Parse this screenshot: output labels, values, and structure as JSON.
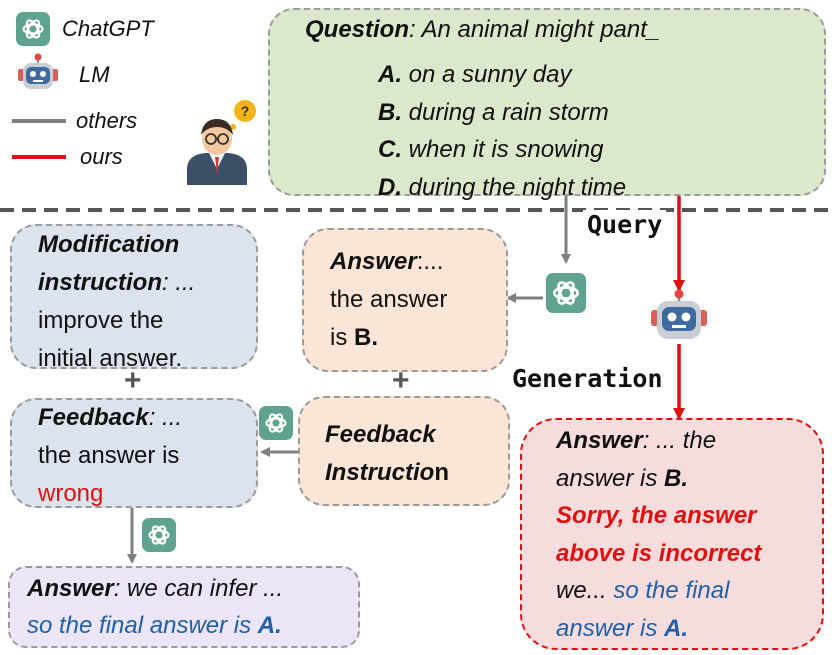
{
  "legend": {
    "chatgpt": "ChatGPT",
    "lm": "LM",
    "others": "others",
    "ours": "ours",
    "colors": {
      "others": "#7f7f7f",
      "ours": "#e01010"
    }
  },
  "question": {
    "label": "Question",
    "text": ":  An animal might pant_",
    "options": [
      {
        "letter": "A.",
        "text": " on a sunny day"
      },
      {
        "letter": "B.",
        "text": " during a rain storm"
      },
      {
        "letter": "C.",
        "text": " when it is snowing"
      },
      {
        "letter": "D.",
        "text": " during the night time"
      }
    ]
  },
  "labels": {
    "query": "Query",
    "generation": "Generation",
    "plus": "+"
  },
  "modification": {
    "label_line1": "Modification",
    "label_line2": "instruction",
    "tail": ": ...",
    "line3": "improve the",
    "line4": "initial answer."
  },
  "answer_mid": {
    "label": "Answer",
    "tail": ":...",
    "line2": "the answer",
    "line3": "is  ",
    "value": "B."
  },
  "feedback": {
    "label": "Feedback",
    "tail": ": ...",
    "line2": "the answer is",
    "line3": "wrong"
  },
  "feedback_instruction": {
    "line1": "Feedback",
    "line2": "Instructio",
    "line2_tail": "n"
  },
  "answer_bottom": {
    "label": "Answer",
    "line1_tail": ": we can infer ...",
    "line2": "so the final answer is ",
    "value": "A."
  },
  "answer_right": {
    "label": "Answer",
    "line1_tail": ": ... the",
    "line2": "answer is  ",
    "line2_value": "B.",
    "line3": "Sorry,  the answer",
    "line4": "above is incorrect",
    "line5_a": "we... ",
    "line5_b": "so the final",
    "line6": "answer is ",
    "line6_value": "A."
  },
  "colors": {
    "question_bg": "#dce8cc",
    "instruction_bg": "#dce3ec",
    "answer_bg": "#fbe5d6",
    "final_bg": "#ebe5f7",
    "ours_bg": "#f6dcdc",
    "chatgpt": "#5fa28f"
  }
}
